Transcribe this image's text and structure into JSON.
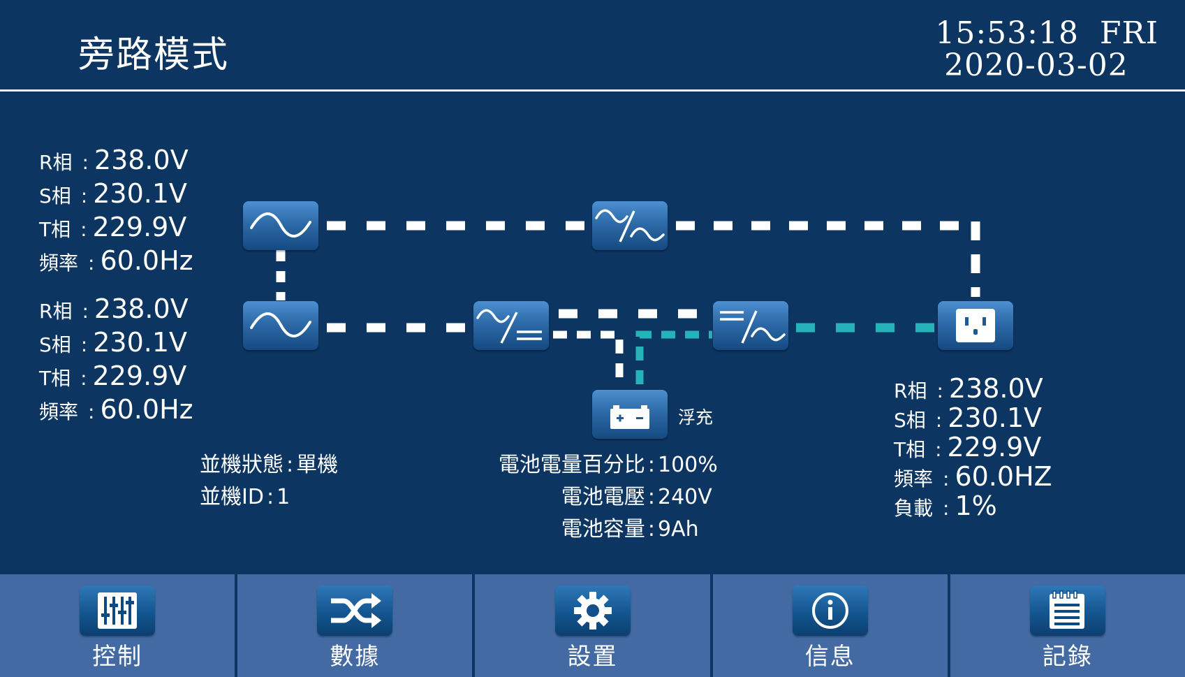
{
  "header": {
    "mode_title": "旁路模式",
    "time": "15:53:18",
    "weekday": "FRI",
    "date": "2020-03-02"
  },
  "bypass_input": [
    {
      "label": "R相",
      "value": "238.0V"
    },
    {
      "label": "S相",
      "value": "230.1V"
    },
    {
      "label": "T相",
      "value": "229.9V"
    },
    {
      "label": "頻率",
      "value": "60.0Hz"
    }
  ],
  "main_input": [
    {
      "label": "R相",
      "value": "238.0V"
    },
    {
      "label": "S相",
      "value": "230.1V"
    },
    {
      "label": "T相",
      "value": "229.9V"
    },
    {
      "label": "頻率",
      "value": "60.0Hz"
    }
  ],
  "output": [
    {
      "label": "R相",
      "value": "238.0V"
    },
    {
      "label": "S相",
      "value": "230.1V"
    },
    {
      "label": "T相",
      "value": "229.9V"
    },
    {
      "label": "頻率",
      "value": "60.0HZ"
    },
    {
      "label": "負載",
      "value": "1%"
    }
  ],
  "battery_status": "浮充",
  "parallel": [
    {
      "label": "並機狀態",
      "value": "單機"
    },
    {
      "label": "並機ID",
      "value": "1"
    }
  ],
  "battery_info": [
    {
      "label": "電池電量百分比",
      "value": "100%"
    },
    {
      "label": "電池電壓",
      "value": "240V"
    },
    {
      "label": "電池容量",
      "value": "9Ah"
    }
  ],
  "colors": {
    "background": "#0c3561",
    "navbar": "#436aa3",
    "flow_active": "#ffffff",
    "flow_battery": "#23b3b8"
  },
  "nav": [
    {
      "label": "控制",
      "icon": "sliders-icon"
    },
    {
      "label": "數據",
      "icon": "shuffle-icon"
    },
    {
      "label": "設置",
      "icon": "gear-icon"
    },
    {
      "label": "信息",
      "icon": "info-icon"
    },
    {
      "label": "記錄",
      "icon": "log-icon"
    }
  ]
}
